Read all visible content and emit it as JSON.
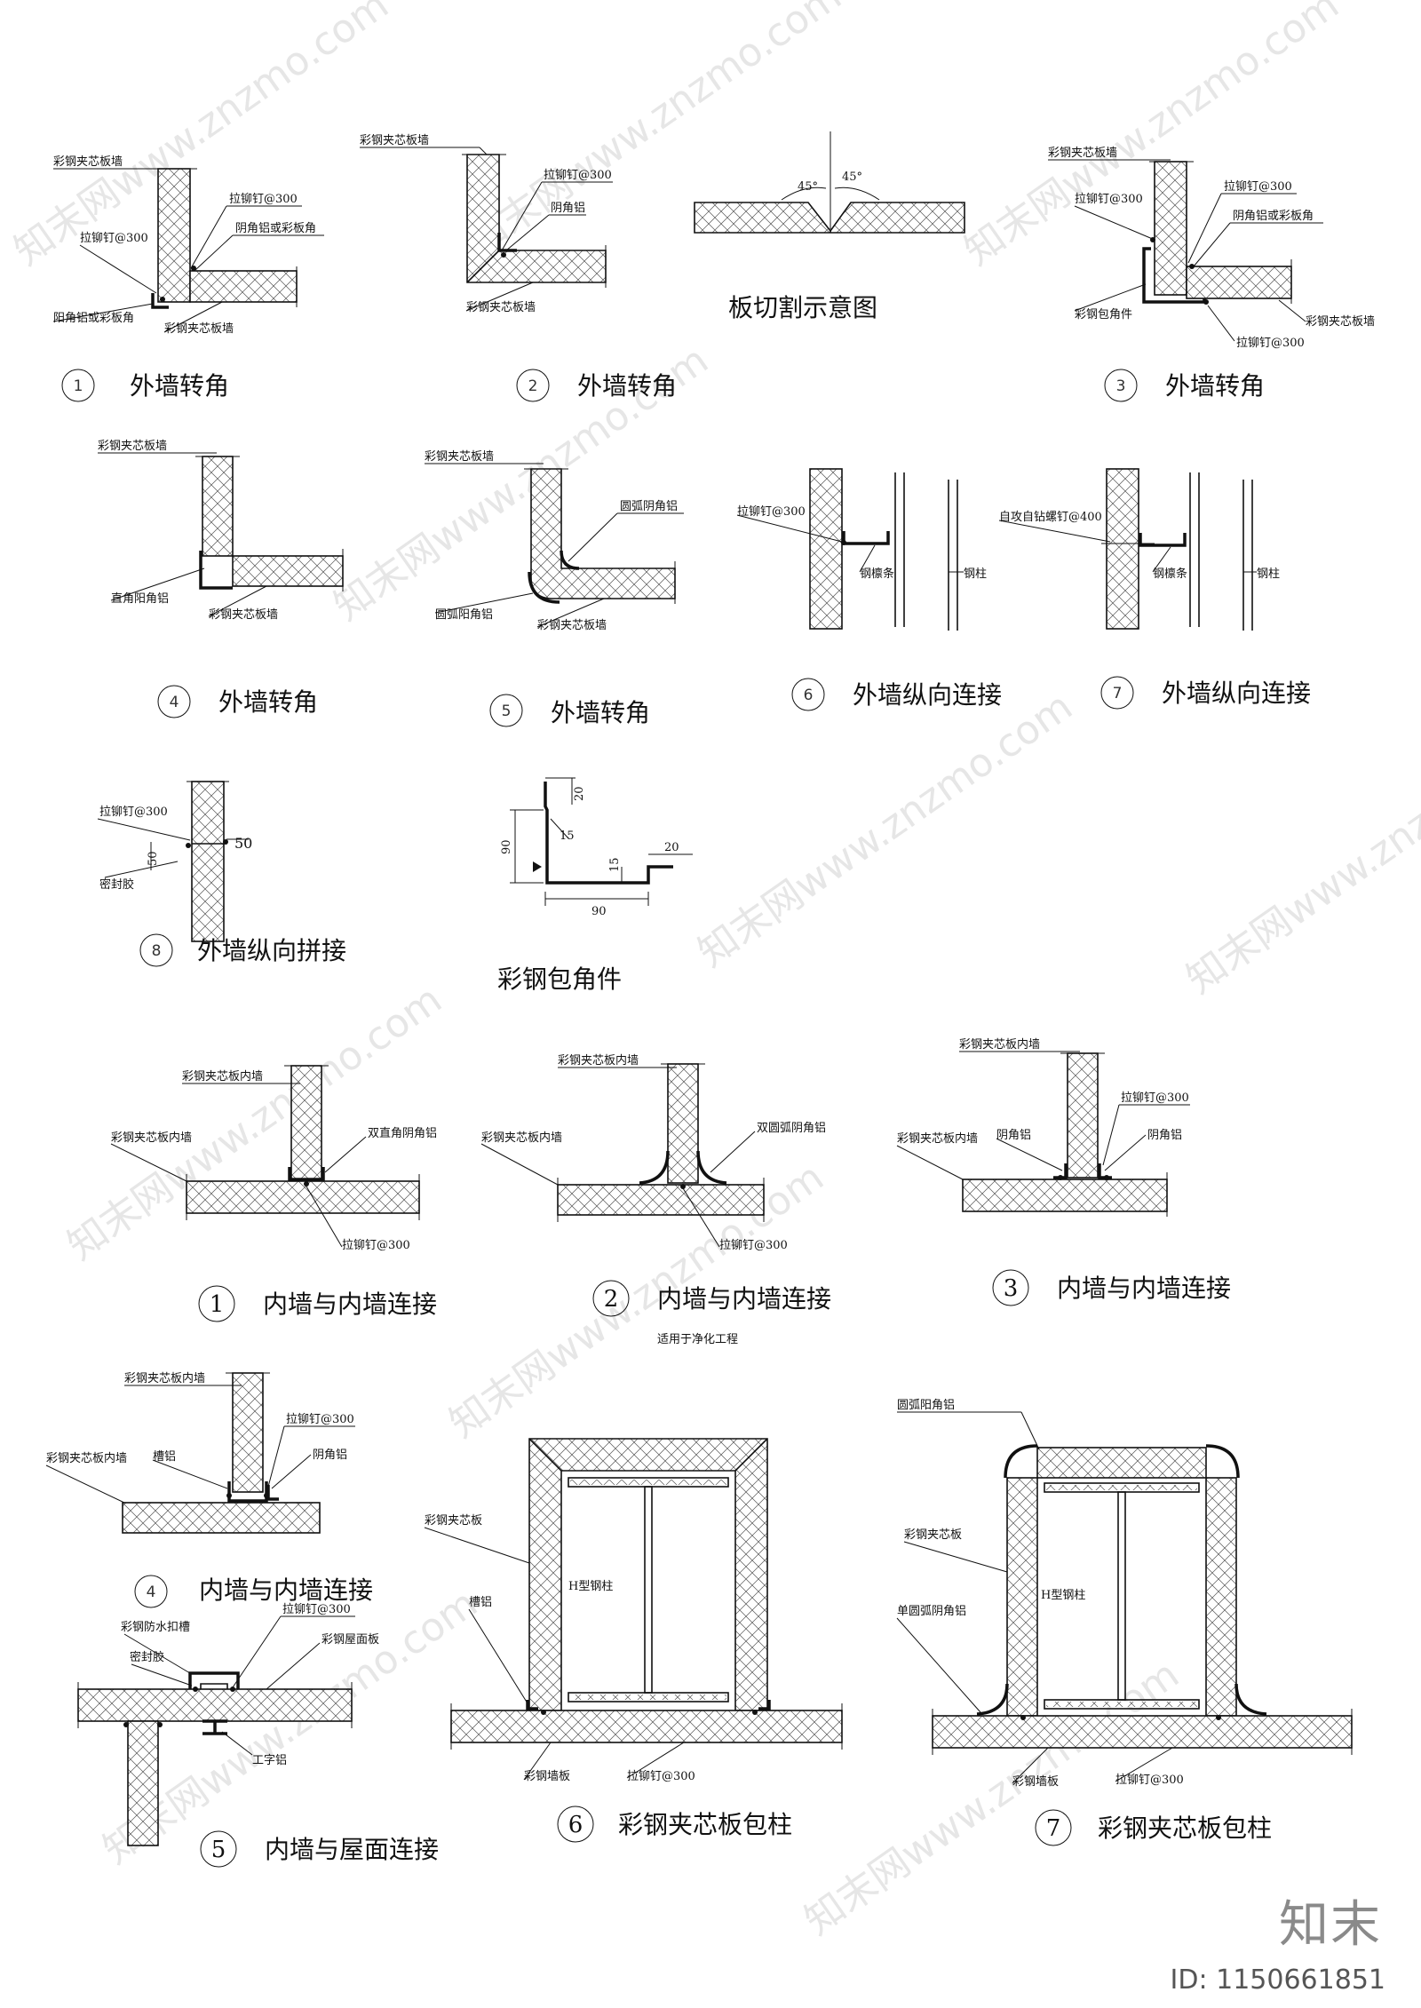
{
  "watermark": "知末网www.znzmo.com",
  "brand": {
    "logo": "知末",
    "id": "ID: 1150661851"
  },
  "ext": {
    "d1": {
      "num": "1",
      "title": "外墙转角",
      "l1": "彩钢夹芯板墙",
      "l2": "拉铆钉@300",
      "l3": "阴角铝或彩板角",
      "l4": "拉铆钉@300",
      "l5": "阳角铝或彩板角",
      "l6": "彩钢夹芯板墙"
    },
    "d2": {
      "num": "2",
      "title": "外墙转角",
      "l1": "彩钢夹芯板墙",
      "l2": "拉铆钉@300",
      "l3": "阴角铝",
      "l4": "彩钢夹芯板墙"
    },
    "cut": {
      "caption": "板切割示意图",
      "a1": "45°",
      "a2": "45°"
    },
    "d3": {
      "num": "3",
      "title": "外墙转角",
      "l1": "彩钢夹芯板墙",
      "l2": "拉铆钉@300",
      "l3": "拉铆钉@300",
      "l4": "阴角铝或彩板角",
      "l5": "彩钢包角件",
      "l6": "彩钢夹芯板墙",
      "l7": "拉铆钉@300"
    },
    "d4": {
      "num": "4",
      "title": "外墙转角",
      "l1": "彩钢夹芯板墙",
      "l2": "直角阳角铝",
      "l3": "彩钢夹芯板墙"
    },
    "d5": {
      "num": "5",
      "title": "外墙转角",
      "l1": "彩钢夹芯板墙",
      "l2": "圆弧阴角铝",
      "l3": "圆弧阳角铝",
      "l4": "彩钢夹芯板墙"
    },
    "d6": {
      "num": "6",
      "title": "外墙纵向连接",
      "l1": "拉铆钉@300",
      "l2": "钢檩条",
      "l3": "钢柱"
    },
    "d7": {
      "num": "7",
      "title": "外墙纵向连接",
      "l1": "自攻自钻螺钉@400",
      "l2": "钢檩条",
      "l3": "钢柱"
    },
    "d8": {
      "num": "8",
      "title": "外墙纵向拼接",
      "l1": "拉铆钉@300",
      "l2": "50",
      "l3": "50",
      "l4": "密封胶"
    },
    "corner": {
      "caption": "彩钢包角件",
      "d20a": "20",
      "d15a": "15",
      "d90a": "90",
      "d15b": "15",
      "d20b": "20",
      "d90b": "90"
    }
  },
  "int": {
    "d1": {
      "num": "1",
      "title": "内墙与内墙连接",
      "l1": "彩钢夹芯板内墙",
      "l2": "彩钢夹芯板内墙",
      "l3": "双直角阴角铝",
      "l4": "拉铆钉@300"
    },
    "d2": {
      "num": "2",
      "title": "内墙与内墙连接",
      "note": "适用于净化工程",
      "l1": "彩钢夹芯板内墙",
      "l2": "彩钢夹芯板内墙",
      "l3": "双圆弧阴角铝",
      "l4": "拉铆钉@300"
    },
    "d3": {
      "num": "3",
      "title": "内墙与内墙连接",
      "l1": "彩钢夹芯板内墙",
      "l2": "拉铆钉@300",
      "l3": "彩钢夹芯板内墙",
      "l4": "阴角铝",
      "l5": "阴角铝"
    },
    "d4": {
      "num": "4",
      "title": "内墙与内墙连接",
      "l1": "彩钢夹芯板内墙",
      "l2": "拉铆钉@300",
      "l3": "彩钢夹芯板内墙",
      "l4": "槽铝",
      "l5": "阴角铝"
    },
    "d5": {
      "num": "5",
      "title": "内墙与屋面连接",
      "l1": "彩钢防水扣槽",
      "l2": "拉铆钉@300",
      "l3": "密封胶",
      "l4": "彩钢屋面板",
      "l5": "工字铝"
    },
    "d6": {
      "num": "6",
      "title": "彩钢夹芯板包柱",
      "l1": "彩钢夹芯板",
      "l2": "H型钢柱",
      "l3": "槽铝",
      "l4": "彩钢墙板",
      "l5": "拉铆钉@300"
    },
    "d7": {
      "num": "7",
      "title": "彩钢夹芯板包柱",
      "l1": "圆弧阳角铝",
      "l2": "彩钢夹芯板",
      "l3": "H型钢柱",
      "l4": "单圆弧阴角铝",
      "l5": "彩钢墙板",
      "l6": "拉铆钉@300"
    }
  }
}
